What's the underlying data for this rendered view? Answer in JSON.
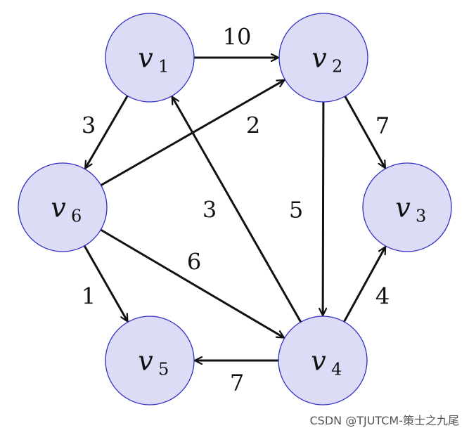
{
  "nodes": [
    {
      "id": "v1",
      "letter": "v",
      "sub": "1"
    },
    {
      "id": "v2",
      "letter": "v",
      "sub": "2"
    },
    {
      "id": "v3",
      "letter": "v",
      "sub": "3"
    },
    {
      "id": "v4",
      "letter": "v",
      "sub": "4"
    },
    {
      "id": "v5",
      "letter": "v",
      "sub": "5"
    },
    {
      "id": "v6",
      "letter": "v",
      "sub": "6"
    }
  ],
  "edges": [
    {
      "from": "v1",
      "to": "v2",
      "weight": "10"
    },
    {
      "from": "v1",
      "to": "v6",
      "weight": "3"
    },
    {
      "from": "v6",
      "to": "v2",
      "weight": "2"
    },
    {
      "from": "v2",
      "to": "v3",
      "weight": "7"
    },
    {
      "from": "v2",
      "to": "v4",
      "weight": "5"
    },
    {
      "from": "v4",
      "to": "v1",
      "weight": "3"
    },
    {
      "from": "v6",
      "to": "v4",
      "weight": "6"
    },
    {
      "from": "v6",
      "to": "v5",
      "weight": "1"
    },
    {
      "from": "v4",
      "to": "v3",
      "weight": "4"
    },
    {
      "from": "v4",
      "to": "v5",
      "weight": "7"
    }
  ],
  "watermark": "CSDN @TJUTCM-策士之九尾"
}
